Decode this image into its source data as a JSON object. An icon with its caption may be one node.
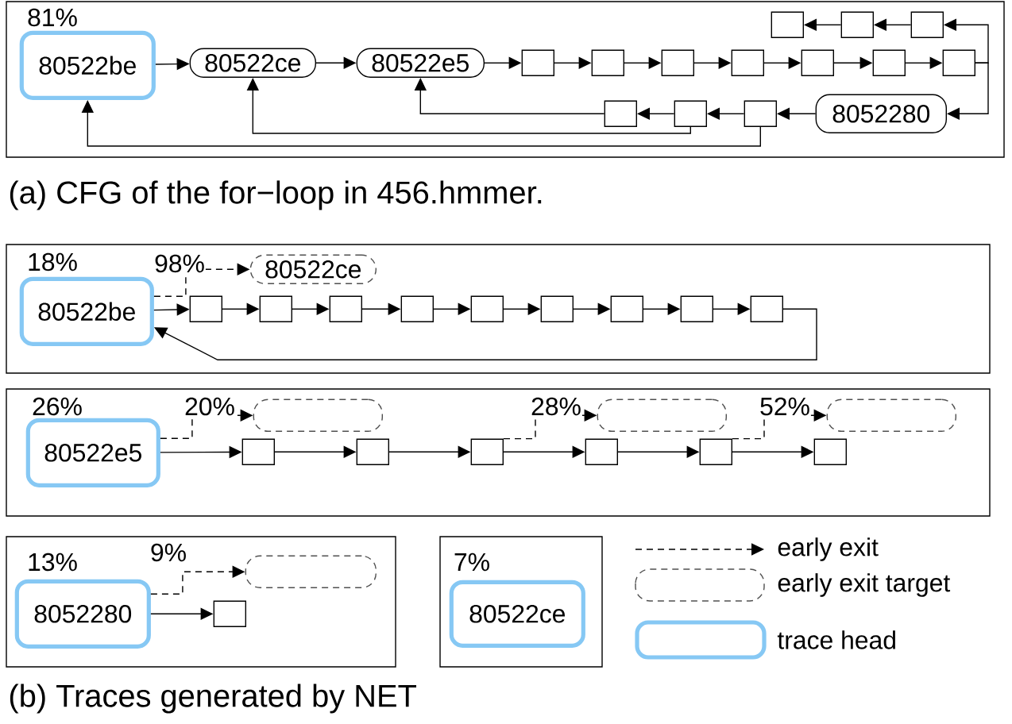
{
  "diagram": {
    "nodes": [
      {
        "text": [
          "81%"
        ]
      },
      {
        "text": [
          "80522be"
        ],
        "in": 0
      },
      {
        "text": [
          "80522ce"
        ],
        "in": 0
      },
      {
        "text": [
          "80522e5"
        ],
        "in": 0
      },
      {
        "text": [],
        "shape": "box",
        "in": 0
      },
      {
        "text": [],
        "shape": "box",
        "in": 0
      },
      {
        "text": [],
        "shape": "box",
        "in": 0
      },
      {
        "text": [],
        "shape": "box",
        "in": 0
      },
      {
        "text": [],
        "shape": "box",
        "in": 0
      },
      {
        "text": [],
        "shape": "box",
        "in": 0
      },
      {
        "text": [],
        "shape": "box",
        "in": 0
      },
      {
        "text": [],
        "shape": "box",
        "in": 0
      },
      {
        "text": [],
        "shape": "box",
        "in": 0
      },
      {
        "text": [],
        "shape": "box",
        "in": 0
      },
      {
        "text": [],
        "shape": "box",
        "in": 0
      },
      {
        "text": [],
        "shape": "box",
        "in": 0
      },
      {
        "text": [],
        "shape": "box",
        "in": 0
      },
      {
        "text": [
          "8052280"
        ],
        "in": 0
      },
      {
        "text": [
          "18%"
        ]
      },
      {
        "text": [
          "80522be"
        ],
        "in": 18
      },
      {
        "text": [
          "80522ce"
        ],
        "in": 18
      },
      {
        "text": [],
        "shape": "box",
        "in": 18
      },
      {
        "text": [],
        "shape": "box",
        "in": 18
      },
      {
        "text": [],
        "shape": "box",
        "in": 18
      },
      {
        "text": [],
        "shape": "box",
        "in": 18
      },
      {
        "text": [],
        "shape": "box",
        "in": 18
      },
      {
        "text": [],
        "shape": "box",
        "in": 18
      },
      {
        "text": [],
        "shape": "box",
        "in": 18
      },
      {
        "text": [],
        "shape": "box",
        "in": 18
      },
      {
        "text": [],
        "shape": "box",
        "in": 18
      },
      {
        "text": [
          "26%"
        ]
      },
      {
        "text": [
          "80522e5"
        ],
        "in": 30
      },
      {
        "text": [],
        "shape": "box",
        "in": 30
      },
      {
        "text": [],
        "shape": "box",
        "in": 30
      },
      {
        "text": [],
        "shape": "box",
        "in": 30
      },
      {
        "text": [],
        "shape": "box",
        "in": 30
      },
      {
        "text": [],
        "shape": "box",
        "in": 30
      },
      {
        "text": [],
        "shape": "box",
        "in": 30
      },
      {
        "text": [],
        "shape": "box",
        "in": 30
      },
      {
        "text": [],
        "shape": "box",
        "in": 30
      },
      {
        "text": [],
        "shape": "box",
        "in": 30
      },
      {
        "text": [
          "13%"
        ]
      },
      {
        "text": [
          "8052280"
        ],
        "in": 41
      },
      {
        "text": [],
        "shape": "box",
        "in": 41
      },
      {
        "text": [],
        "shape": "box",
        "in": 41
      },
      {
        "text": [
          "7%"
        ]
      },
      {
        "text": [
          "80522ce"
        ],
        "in": 45
      }
    ],
    "edges": [
      {
        "from": 1,
        "to": 2,
        "arrow": "to"
      },
      {
        "from": 2,
        "to": 3,
        "arrow": "to"
      },
      {
        "from": 3,
        "to": 4,
        "arrow": "to"
      },
      {
        "from": 4,
        "to": 5,
        "arrow": "to"
      },
      {
        "from": 5,
        "to": 6,
        "arrow": "to"
      },
      {
        "from": 6,
        "to": 7,
        "arrow": "to"
      },
      {
        "from": 7,
        "to": 8,
        "arrow": "to"
      },
      {
        "from": 8,
        "to": 9,
        "arrow": "to"
      },
      {
        "from": 9,
        "to": 10,
        "arrow": "to"
      },
      {
        "from": 10,
        "to": 13,
        "arrow": "to"
      },
      {
        "from": 13,
        "to": 12,
        "arrow": "to"
      },
      {
        "from": 12,
        "to": 11,
        "arrow": "to"
      },
      {
        "from": 10,
        "to": 17,
        "arrow": "to"
      },
      {
        "from": 17,
        "to": 16,
        "arrow": "to"
      },
      {
        "from": 16,
        "to": 15,
        "arrow": "to"
      },
      {
        "from": 15,
        "to": 14,
        "arrow": "to"
      },
      {
        "from": 14,
        "to": 3,
        "arrow": "to"
      },
      {
        "from": 15,
        "to": 2,
        "arrow": "to"
      },
      {
        "from": 16,
        "to": 1,
        "arrow": "to"
      },
      {
        "from": 19,
        "to": 20,
        "arrow": "to",
        "label": "98%",
        "style": "dashed"
      },
      {
        "from": 19,
        "to": 21,
        "arrow": "to"
      },
      {
        "from": 21,
        "to": 22,
        "arrow": "to"
      },
      {
        "from": 22,
        "to": 23,
        "arrow": "to"
      },
      {
        "from": 23,
        "to": 24,
        "arrow": "to"
      },
      {
        "from": 24,
        "to": 25,
        "arrow": "to"
      },
      {
        "from": 25,
        "to": 26,
        "arrow": "to"
      },
      {
        "from": 26,
        "to": 27,
        "arrow": "to"
      },
      {
        "from": 27,
        "to": 28,
        "arrow": "to"
      },
      {
        "from": 28,
        "to": 29,
        "arrow": "to"
      },
      {
        "from": 29,
        "to": 19,
        "arrow": "to"
      },
      {
        "from": 31,
        "to": 32,
        "arrow": "to",
        "label": "20%",
        "style": "dashed"
      },
      {
        "from": 31,
        "to": 35,
        "arrow": "to"
      },
      {
        "from": 35,
        "to": 36,
        "arrow": "to"
      },
      {
        "from": 36,
        "to": 37,
        "arrow": "to"
      },
      {
        "from": 37,
        "to": 38,
        "arrow": "to"
      },
      {
        "from": 38,
        "to": 39,
        "arrow": "to"
      },
      {
        "from": 39,
        "to": 40,
        "arrow": "to"
      },
      {
        "from": 37,
        "to": 33,
        "arrow": "to",
        "label": "28%",
        "style": "dashed"
      },
      {
        "from": 39,
        "to": 34,
        "arrow": "to",
        "label": "52%",
        "style": "dashed"
      },
      {
        "from": 42,
        "to": 43,
        "arrow": "to",
        "label": "9%",
        "style": "dashed"
      },
      {
        "from": 42,
        "to": 44,
        "arrow": "to"
      }
    ],
    "labels": [
      "(a) CFG of the for−loop in 456.hmmer.",
      "(b) Traces generated by NET"
    ],
    "legend": [
      {
        "text": "early exit"
      },
      {
        "text": "early exit target"
      },
      {
        "text": "trace head"
      }
    ]
  }
}
